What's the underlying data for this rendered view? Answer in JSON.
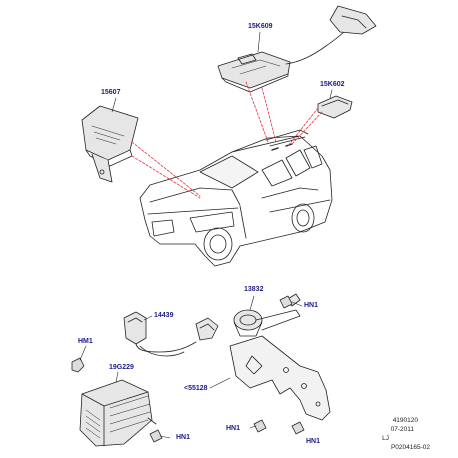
{
  "part_labels": {
    "p15607": "15607",
    "p15k609": "15K609",
    "p15k602": "15K602",
    "p13832": "13832",
    "hn1_top": "HN1",
    "p14439": "14439",
    "hm1": "HM1",
    "p19g229": "19G229",
    "p55128": "<55128",
    "hn1_bottom_right": "HN1",
    "hn1_bottom_left": "HN1",
    "hn1_siren": "HN1"
  },
  "footer": {
    "code": "4190120",
    "date": "07-2011",
    "initials": "LJ",
    "drawing_ref": "P0204165-02"
  },
  "colors": {
    "leader_red": "#e8323c",
    "label_blue": "#1a1a8c",
    "line_dark": "#222222",
    "part_fill": "#e6e6e6"
  }
}
